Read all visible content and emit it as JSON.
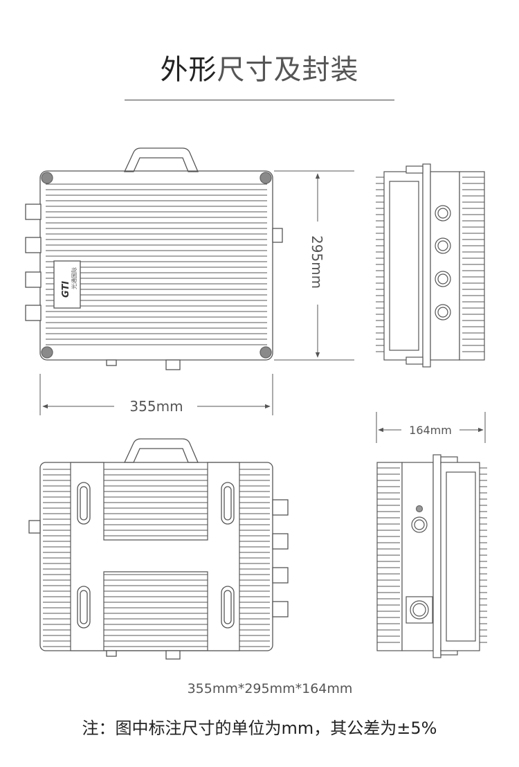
{
  "title": {
    "main": "外形",
    "rest": "尺寸及封装"
  },
  "dimensions": {
    "height": "295mm",
    "width": "355mm",
    "depth": "164mm",
    "overall": "355mm*295mm*164mm"
  },
  "logo": {
    "brand": "GTI",
    "brand_cn": "光通国际"
  },
  "note": "注：图中标注尺寸的单位为mm，其公差为±5%",
  "colors": {
    "line": "#555555",
    "screw": "#8a8a8a",
    "rule": "#444444"
  }
}
